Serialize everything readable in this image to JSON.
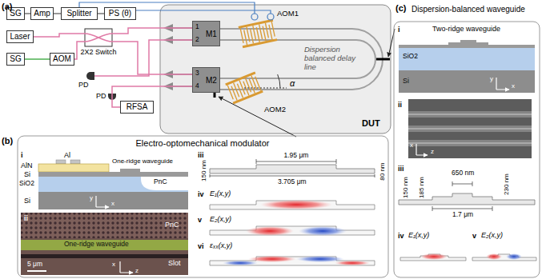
{
  "diagram": {
    "nodes": [
      {
        "text": [
          "SG"
        ]
      },
      {
        "text": [
          "Amp"
        ]
      },
      {
        "text": [
          "Splitter"
        ]
      },
      {
        "text": [
          "PS (θ)"
        ]
      },
      {
        "text": [
          "Laser"
        ]
      },
      {
        "text": [
          "2X2 Switch"
        ]
      },
      {
        "text": [
          "SG"
        ]
      },
      {
        "text": [
          "AOM"
        ]
      },
      {
        "text": [
          "RFSA"
        ]
      },
      {
        "text": [
          "AOM1",
          "Dispersion balanced delay line",
          "AOM2",
          "α",
          "DUT"
        ]
      },
      {
        "text": [
          "1",
          "2",
          "M1"
        ],
        "in": 9
      },
      {
        "text": [
          "3",
          "4",
          "M2"
        ],
        "in": 9
      },
      {
        "text": [
          "Electro-optomechanical modulator"
        ]
      },
      {
        "text": [
          "Dispersion-balanced waveguide"
        ]
      }
    ],
    "edges": [
      {
        "from": 0,
        "to": 1,
        "arrow": "none"
      },
      {
        "from": 1,
        "to": 2,
        "arrow": "none"
      },
      {
        "from": 2,
        "to": 3,
        "arrow": "none"
      },
      {
        "from": 4,
        "to": 5,
        "arrow": "none"
      },
      {
        "from": 6,
        "to": 7,
        "arrow": "none"
      },
      {
        "from": 7,
        "to": 5,
        "arrow": "none"
      },
      {
        "from": 5,
        "to": 10,
        "arrow": "none"
      },
      {
        "from": 5,
        "to": 11,
        "arrow": "none"
      },
      {
        "from": 11,
        "to": 8,
        "arrow": "none"
      }
    ],
    "labels": [
      "(a)",
      "PD",
      "PD",
      "(b)",
      "i",
      "Al",
      "AlN",
      "Si",
      "One-ridge waveguide",
      "PnC",
      "SiO2",
      "Si",
      "y",
      "x",
      "ii",
      "PnC",
      "One-ridge waveguide",
      "Slot",
      "5 μm",
      "x",
      "z",
      "iii",
      "1.95 μm",
      "150 nm",
      "80 nm",
      "3.705 μm",
      "iv",
      "E₁(x,y)",
      "v",
      "E₂(x,y)",
      "vi",
      "εₓₓ(x,y)",
      "(c)",
      "i",
      "Two-ridge waveguide",
      "SiO2",
      "Si",
      "y",
      "x",
      "ii",
      "x",
      "z",
      "iii",
      "650 nm",
      "150 nm",
      "185 nm",
      "230 nm",
      "1.7 μm",
      "iv",
      "E₁(x,y)",
      "v",
      "E₂(x,y)"
    ]
  }
}
